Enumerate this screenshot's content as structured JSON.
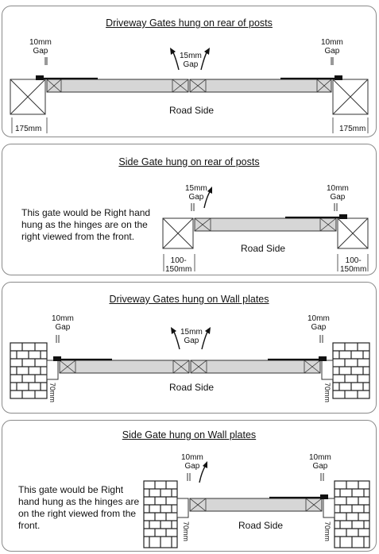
{
  "panels": [
    {
      "title": "Driveway Gates hung on rear of posts",
      "gap_left": "10mm\nGap",
      "gap_center": "15mm\nGap",
      "gap_right": "10mm\nGap",
      "road_label": "Road Side",
      "post_left": "175mm",
      "post_right": "175mm"
    },
    {
      "title": "Side Gate hung on rear of posts",
      "gap_left": "15mm\nGap",
      "gap_right": "10mm\nGap",
      "road_label": "Road Side",
      "post_left": "100-\n150mm",
      "post_right": "100-\n150mm",
      "note": "This gate would be Right hand hung as the hinges are on the right viewed from the front."
    },
    {
      "title": "Driveway Gates hung on Wall plates",
      "gap_left": "10mm\nGap",
      "gap_center": "15mm\nGap",
      "gap_right": "10mm\nGap",
      "road_label": "Road Side",
      "plate_left": "70mm",
      "plate_right": "70mm"
    },
    {
      "title": "Side Gate hung on Wall plates",
      "gap_left": "10mm\nGap",
      "gap_right": "10mm\nGap",
      "road_label": "Road Side",
      "plate_left": "70mm",
      "plate_right": "70mm",
      "note": "This gate would be Right hand hung as the hinges are on the right viewed from the front."
    }
  ],
  "colors": {
    "gate_fill": "#d6d6d6",
    "stroke": "#333333",
    "border": "#8a8a8a"
  }
}
